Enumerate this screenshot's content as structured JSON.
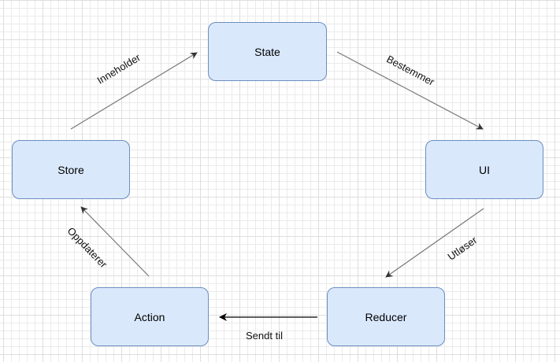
{
  "diagram": {
    "nodes": [
      {
        "id": "state",
        "label": "State"
      },
      {
        "id": "ui",
        "label": "UI"
      },
      {
        "id": "reducer",
        "label": "Reducer"
      },
      {
        "id": "action",
        "label": "Action"
      },
      {
        "id": "store",
        "label": "Store"
      }
    ],
    "edges": [
      {
        "from": "store",
        "to": "state",
        "label": "Inneholder"
      },
      {
        "from": "state",
        "to": "ui",
        "label": "Bestemmer"
      },
      {
        "from": "ui",
        "to": "reducer",
        "label": "Utløser"
      },
      {
        "from": "reducer",
        "to": "action",
        "label": "Sendt til"
      },
      {
        "from": "action",
        "to": "store",
        "label": "Oppdaterer"
      }
    ]
  },
  "colors": {
    "node_fill": "#dae8fc",
    "node_stroke": "#6c8ebf",
    "edge_gray": "#666666",
    "edge_black": "#000000"
  }
}
